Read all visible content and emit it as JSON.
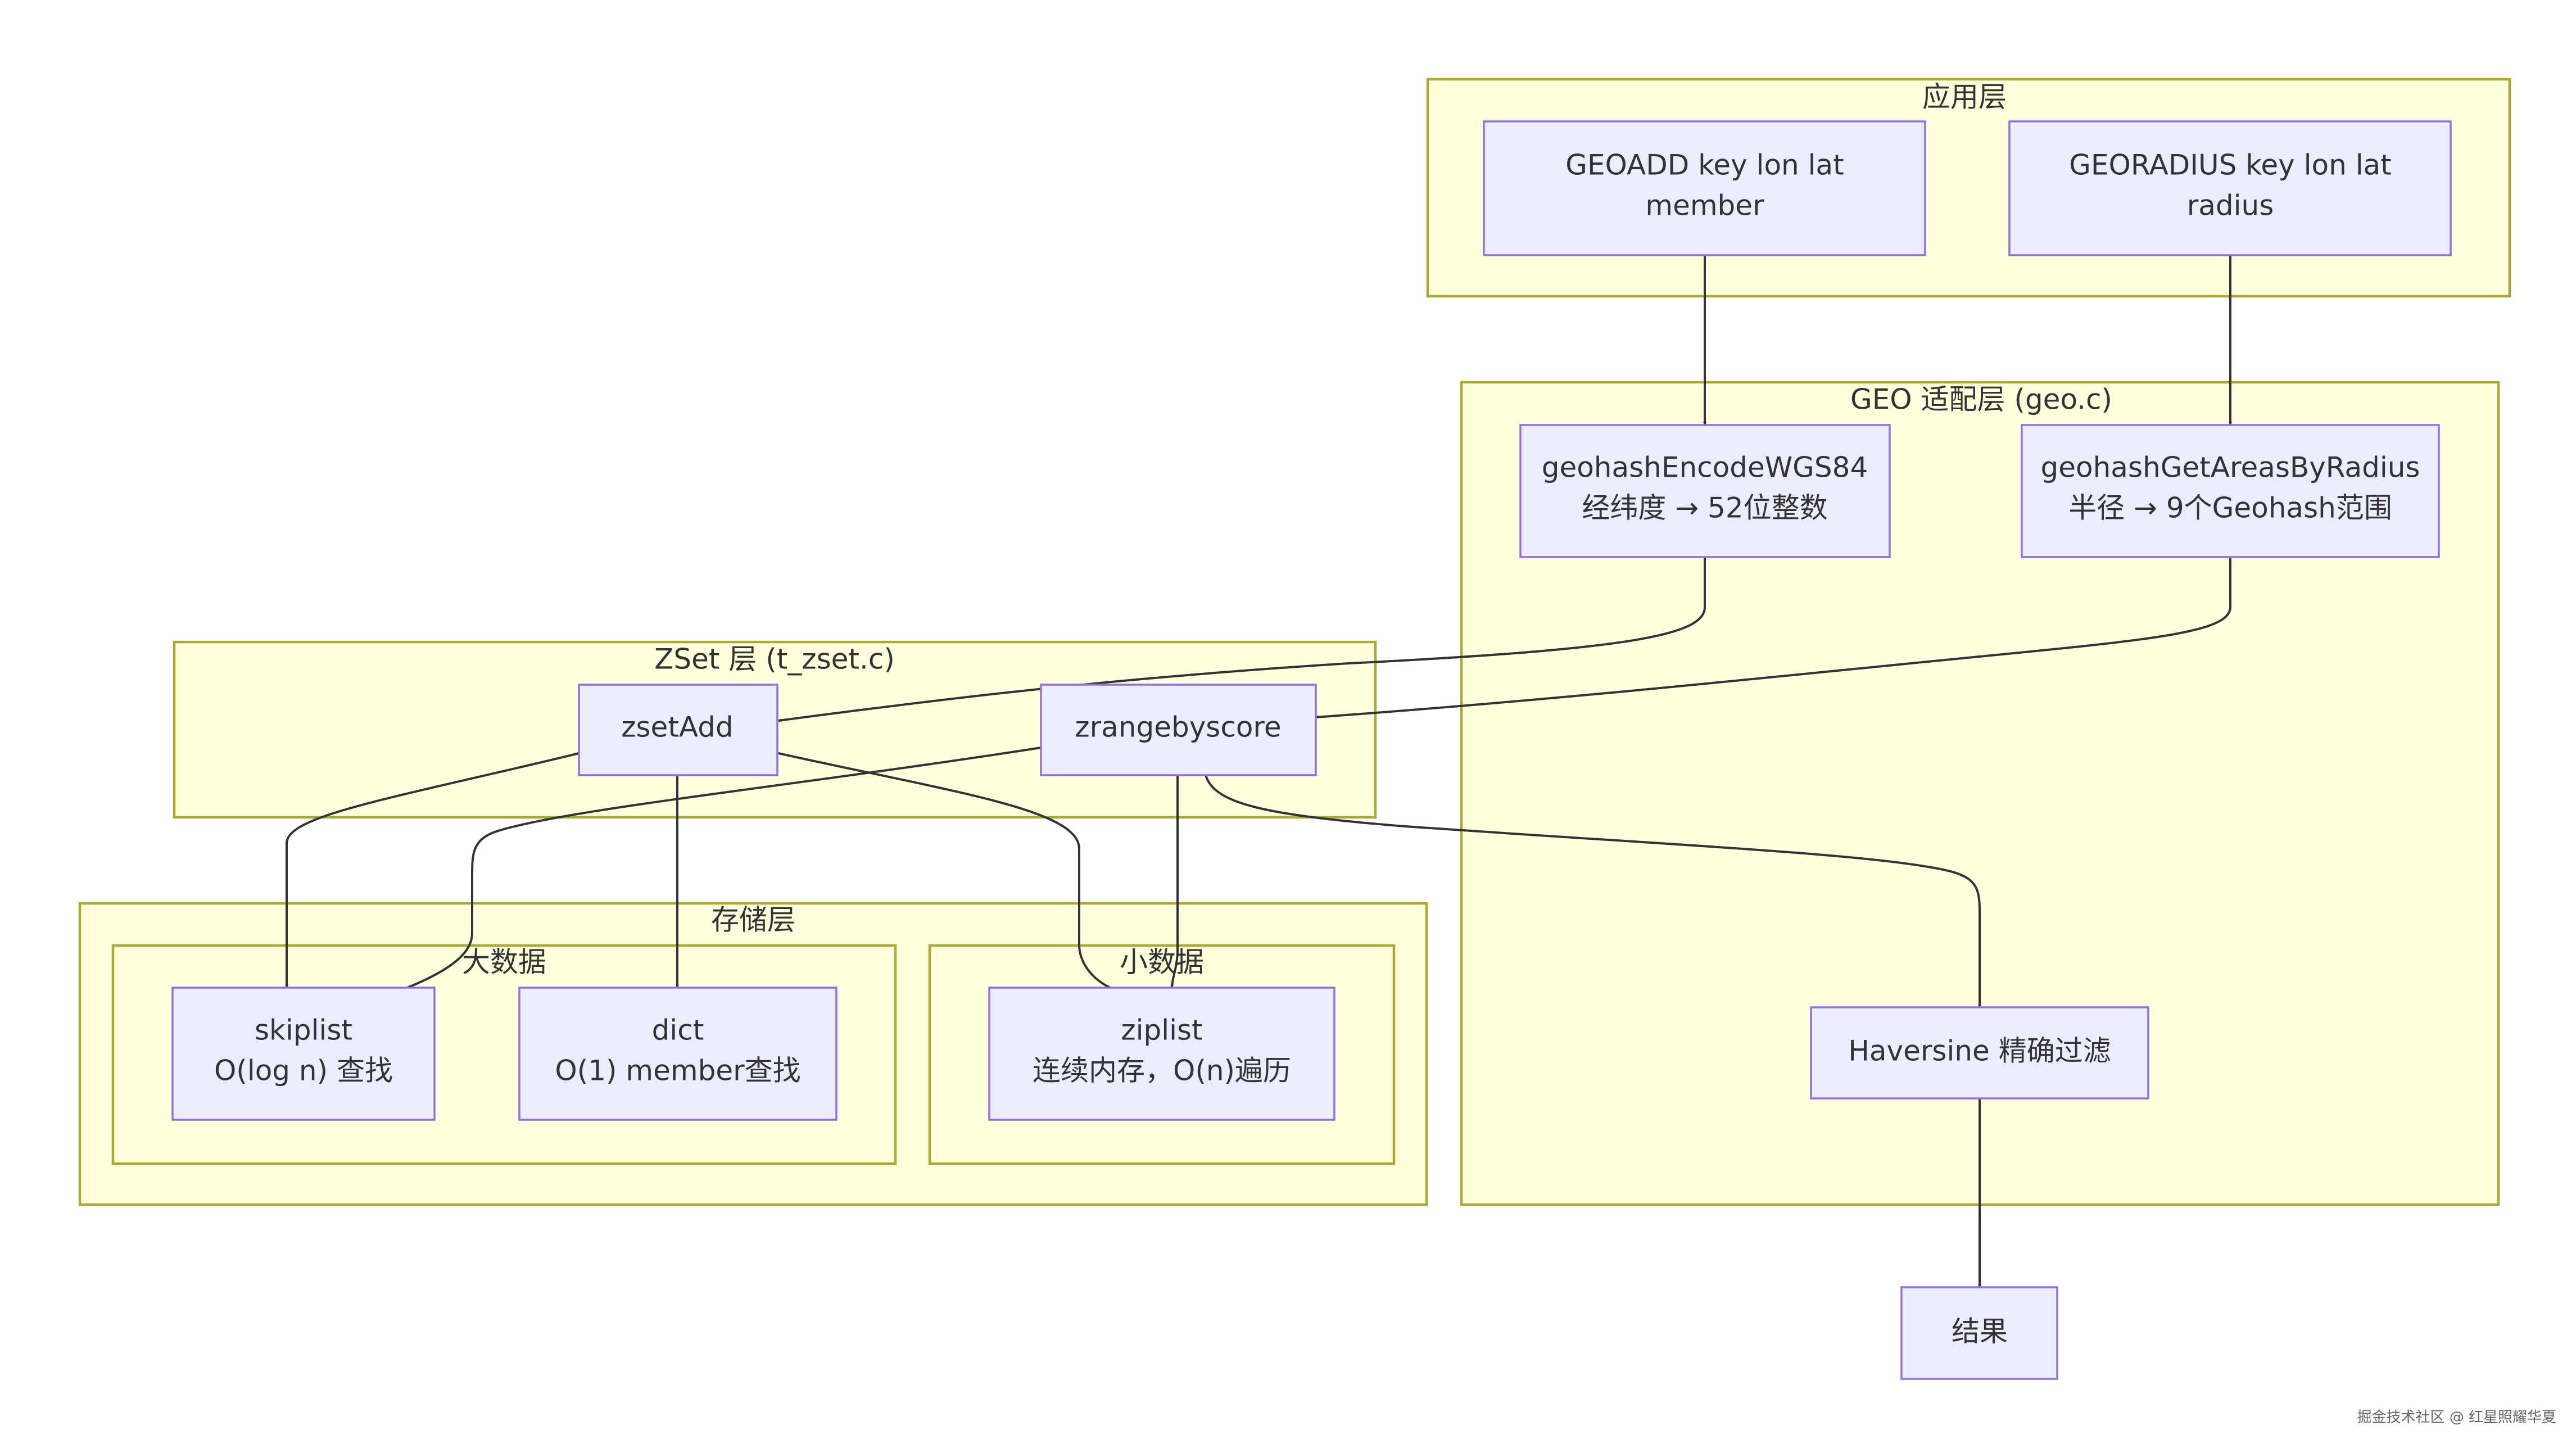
{
  "clusters": {
    "app": {
      "label": "应用层"
    },
    "geo": {
      "label": "GEO 适配层 (geo.c)"
    },
    "zset": {
      "label": "ZSet 层 (t_zset.c)"
    },
    "storage": {
      "label": "存储层"
    },
    "big": {
      "label": "大数据"
    },
    "small": {
      "label": "小数据"
    }
  },
  "nodes": {
    "geoadd": {
      "lines": [
        "GEOADD key lon lat",
        "member"
      ]
    },
    "georadius": {
      "lines": [
        "GEORADIUS key lon lat",
        "radius"
      ]
    },
    "encode": {
      "lines": [
        "geohashEncodeWGS84",
        "经纬度 → 52位整数"
      ]
    },
    "areas": {
      "lines": [
        "geohashGetAreasByRadius",
        "半径 → 9个Geohash范围"
      ]
    },
    "zsetadd": {
      "lines": [
        "zsetAdd"
      ]
    },
    "zrange": {
      "lines": [
        "zrangebyscore"
      ]
    },
    "skiplist": {
      "lines": [
        "skiplist",
        "O(log n) 查找"
      ]
    },
    "dict": {
      "lines": [
        "dict",
        "O(1) member查找"
      ]
    },
    "ziplist": {
      "lines": [
        "ziplist",
        "连续内存，O(n)遍历"
      ]
    },
    "haversine": {
      "lines": [
        "Haversine 精确过滤"
      ]
    },
    "result": {
      "lines": [
        "结果"
      ]
    }
  },
  "edges": [
    {
      "from": "geoadd",
      "to": "encode"
    },
    {
      "from": "georadius",
      "to": "areas"
    },
    {
      "from": "encode",
      "to": "zsetadd"
    },
    {
      "from": "areas",
      "to": "zrange"
    },
    {
      "from": "zsetadd",
      "to": "skiplist"
    },
    {
      "from": "zsetadd",
      "to": "dict"
    },
    {
      "from": "zsetadd",
      "to": "ziplist"
    },
    {
      "from": "zrange",
      "to": "skiplist"
    },
    {
      "from": "zrange",
      "to": "ziplist"
    },
    {
      "from": "zrange",
      "to": "haversine"
    },
    {
      "from": "haversine",
      "to": "result"
    }
  ],
  "watermark": "掘金技术社区 @ 红星照耀华夏",
  "colors": {
    "cluster_fill": "#ffffde",
    "cluster_stroke": "#aaaa33",
    "node_fill": "#ececff",
    "node_stroke": "#9370db",
    "edge": "#333333",
    "text": "#333333"
  }
}
